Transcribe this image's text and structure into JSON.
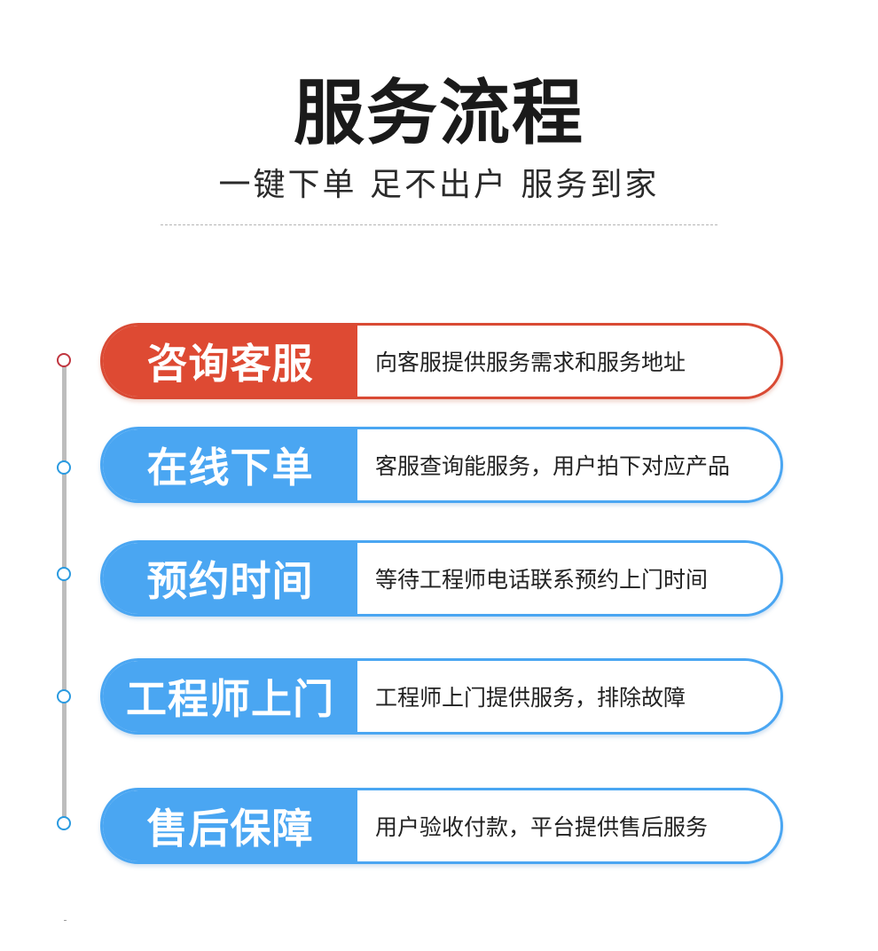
{
  "header": {
    "title": "服务流程",
    "subtitle": "一键下单 足不出户 服务到家"
  },
  "steps": [
    {
      "title": "咨询客服",
      "description": "向客服提供服务需求和服务地址",
      "color": "#de4a33"
    },
    {
      "title": "在线下单",
      "description": "客服查询能服务，用户拍下对应产品",
      "color": "#4aa6f2"
    },
    {
      "title": "预约时间",
      "description": "等待工程师电话联系预约上门时间",
      "color": "#4aa6f2"
    },
    {
      "title": "工程师上门",
      "description": "工程师上门提供服务，排除故障",
      "color": "#4aa6f2"
    },
    {
      "title": "售后保障",
      "description": "用户验收付款，平台提供售后服务",
      "color": "#4aa6f2"
    }
  ],
  "colors": {
    "accent_red": "#de4a33",
    "accent_blue": "#4aa6f2",
    "dot_red": "#c0353f",
    "dot_blue": "#2a9ae0",
    "timeline_gray": "#bdbdbd"
  }
}
